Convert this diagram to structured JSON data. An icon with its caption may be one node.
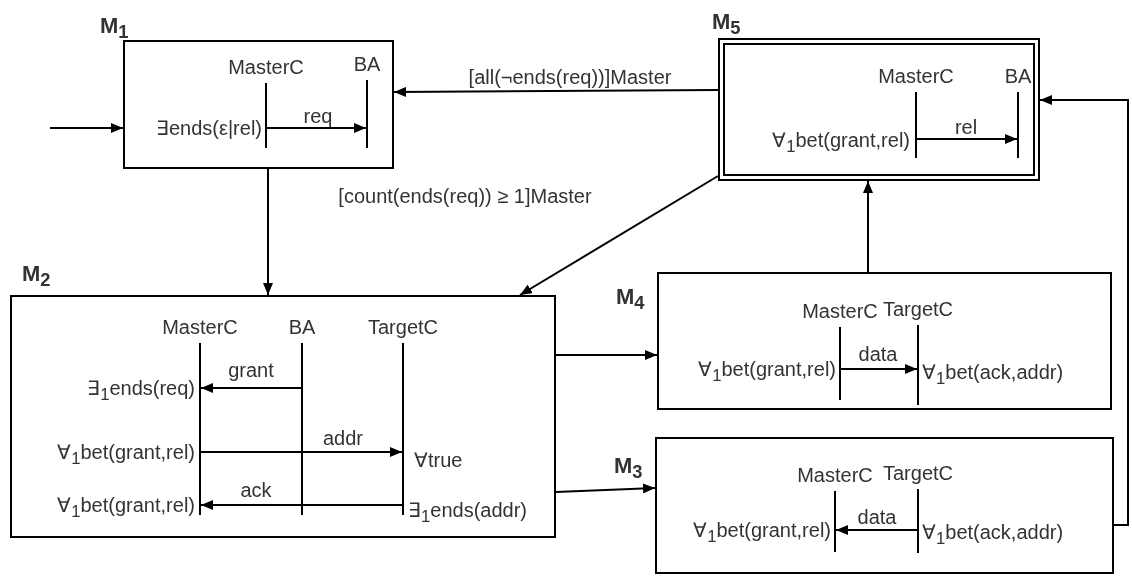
{
  "diagram": {
    "nodes": [
      {
        "text": [],
        "shape": "box",
        "beside": [
          "M$_{1}$"
        ]
      },
      {
        "text": [
          "MasterC"
        ],
        "in": 0,
        "beside": [
          "∃ends(ε|rel)"
        ]
      },
      {
        "text": [
          "BA"
        ],
        "in": 0
      },
      {
        "text": [],
        "shape": "box",
        "beside": [
          "M$_{5}$"
        ]
      },
      {
        "text": [
          "MasterC"
        ],
        "in": 3,
        "beside": [
          "∀$_{1}$bet(grant,rel)"
        ]
      },
      {
        "text": [
          "BA"
        ],
        "in": 3
      },
      {
        "text": [],
        "shape": "box",
        "beside": [
          "M$_{2}$"
        ]
      },
      {
        "text": [
          "MasterC"
        ],
        "in": 6,
        "beside": [
          "∃$_{1}$ends(req)",
          "∀$_{1}$bet(grant,rel)",
          "∀$_{1}$bet(grant,rel)"
        ]
      },
      {
        "text": [
          "BA"
        ],
        "in": 6
      },
      {
        "text": [
          "TargetC"
        ],
        "in": 6,
        "beside": [
          "∀true",
          "∃$_{1}$ends(addr)"
        ]
      },
      {
        "text": [],
        "shape": "box",
        "beside": [
          "M$_{4}$"
        ]
      },
      {
        "text": [
          "MasterC"
        ],
        "in": 10,
        "beside": [
          "∀$_{1}$bet(grant,rel)"
        ]
      },
      {
        "text": [
          "TargetC"
        ],
        "in": 10,
        "beside": [
          "∀$_{1}$bet(ack,addr)"
        ]
      },
      {
        "text": [],
        "shape": "box",
        "beside": [
          "M$_{3}$"
        ]
      },
      {
        "text": [
          "MasterC"
        ],
        "in": 13,
        "beside": [
          "∀$_{1}$bet(grant,rel)"
        ]
      },
      {
        "text": [
          "TargetC"
        ],
        "in": 13,
        "beside": [
          "∀$_{1}$bet(ack,addr)"
        ]
      }
    ],
    "edges": [
      {
        "from": null,
        "to": 0,
        "arrow": "to"
      },
      {
        "from": 1,
        "to": 2,
        "arrow": "to",
        "label": "req"
      },
      {
        "from": 3,
        "to": 0,
        "arrow": "to",
        "label": "[all(¬ends(req))]Master"
      },
      {
        "from": 0,
        "to": 6,
        "arrow": "to"
      },
      {
        "from": 3,
        "to": 6,
        "arrow": "to",
        "label": "[count(ends(req)) ≥ 1]Master"
      },
      {
        "from": 4,
        "to": 5,
        "arrow": "to",
        "label": "rel"
      },
      {
        "from": 8,
        "to": 7,
        "arrow": "to",
        "label": "grant"
      },
      {
        "from": 7,
        "to": 9,
        "arrow": "to",
        "label": "addr"
      },
      {
        "from": 9,
        "to": 7,
        "arrow": "to",
        "label": "ack"
      },
      {
        "from": 6,
        "to": 10,
        "arrow": "to"
      },
      {
        "from": 11,
        "to": 12,
        "arrow": "to",
        "label": "data"
      },
      {
        "from": 10,
        "to": 3,
        "arrow": "to"
      },
      {
        "from": 6,
        "to": 13,
        "arrow": "to"
      },
      {
        "from": 15,
        "to": 14,
        "arrow": "to",
        "label": "data"
      },
      {
        "from": 13,
        "to": 3,
        "arrow": "to"
      }
    ]
  }
}
